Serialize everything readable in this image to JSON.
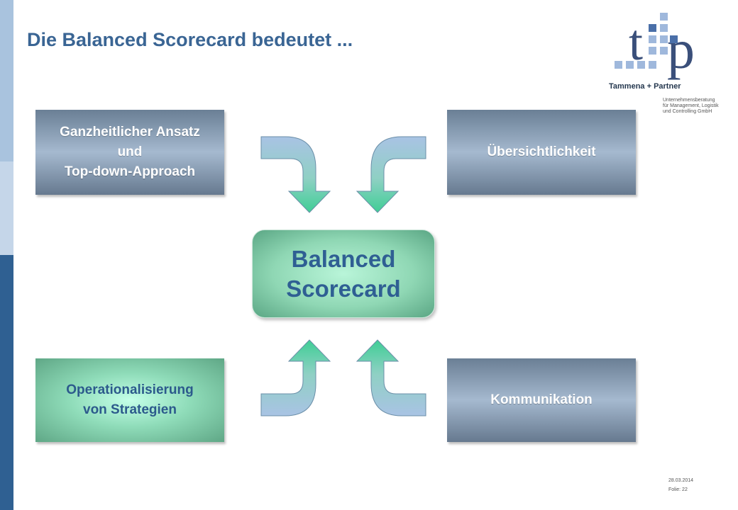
{
  "title": "Die Balanced Scorecard bedeutet ...",
  "logo": {
    "mark": "t:p",
    "name": "Tammena + Partner",
    "subtitle_lines": [
      "Unternehmensberatung",
      "für Management, Logistik",
      "und Controlling GmbH"
    ]
  },
  "boxes": {
    "top_left": [
      "Ganzheitlicher Ansatz",
      "und",
      "Top-down-Approach"
    ],
    "top_right": "Übersichtlichkeit",
    "bottom_left": [
      "Operationalisierung",
      "von Strategien"
    ],
    "bottom_right": "Kommunikation"
  },
  "center": [
    "Balanced",
    "Scorecard"
  ],
  "footer": {
    "date": "28.03.2014",
    "slide": "Folie: 22"
  },
  "colors": {
    "title": "#3a6594",
    "box_blue": "#a5b9cf",
    "box_green": "#8fdcb9",
    "center_text": "#2f5f93",
    "arrow_green": "#3fce95"
  }
}
